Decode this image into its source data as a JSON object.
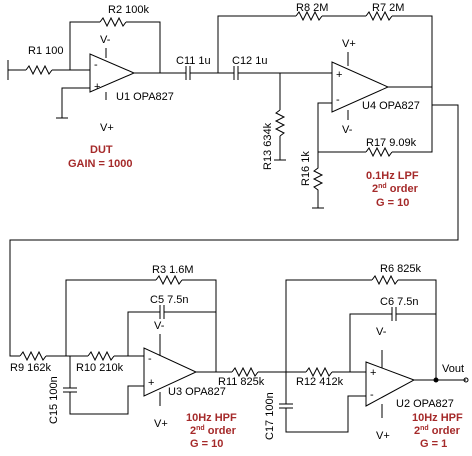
{
  "components": {
    "r1": "R1 100",
    "r2": "R2 100k",
    "u1": "U1 OPA827",
    "c11": "C11 1u",
    "c12": "C12 1u",
    "r8": "R8 2M",
    "r7": "R7 2M",
    "u4": "U4 OPA827",
    "r13": "R13 634k",
    "r17": "R17 9.09k",
    "r16": "R16 1k",
    "r3": "R3 1.6M",
    "c5": "C5 7.5n",
    "r9": "R9 162k",
    "r10": "R10 210k",
    "u3": "U3 OPA827",
    "c15": "C15 100n",
    "r11": "R11 825k",
    "r12": "R12 412k",
    "c17": "C17 100n",
    "r6": "R6 825k",
    "c6": "C6 7.5n",
    "u2": "U2 OPA827",
    "vout": "Vout"
  },
  "rails": {
    "vminus": "V-",
    "vplus": "V+"
  },
  "pins": {
    "minus": "-",
    "plus": "+"
  },
  "annotations": {
    "dut": "DUT",
    "dut_gain": "GAIN = 1000",
    "lpf_title": "0.1Hz LPF",
    "lpf_order_num": "2",
    "lpf_order_sup": "nd",
    "lpf_order_word": " order",
    "lpf_gain": "G = 10",
    "hpf1_title": "10Hz HPF",
    "hpf1_order_num": "2",
    "hpf1_order_sup": "nd",
    "hpf1_order_word": " order",
    "hpf1_gain": "G = 10",
    "hpf2_title": "10Hz HPF",
    "hpf2_order_num": "2",
    "hpf2_order_sup": "nd",
    "hpf2_order_word": " order",
    "hpf2_gain": "G = 1"
  },
  "colors": {
    "wire": "#000000",
    "annotation": "#a52a2a"
  }
}
